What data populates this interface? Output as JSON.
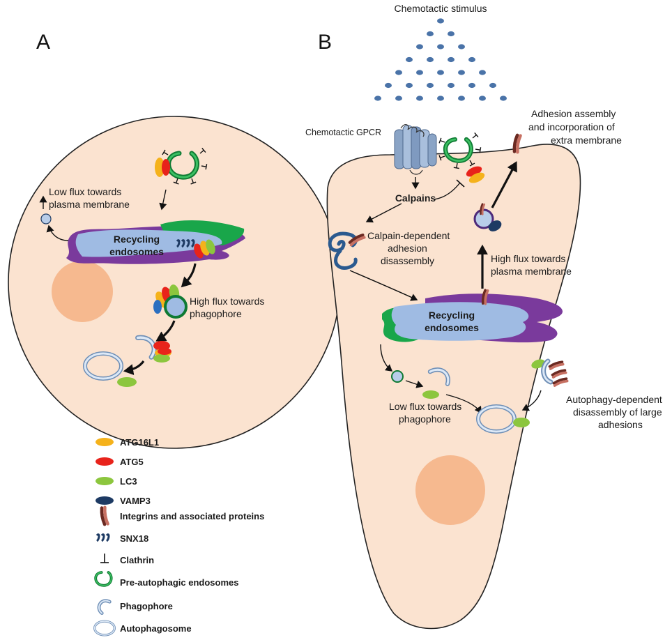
{
  "panels": {
    "a": "A",
    "b": "B"
  },
  "panel_a": {
    "recycling_endosomes": [
      "Recycling",
      "endosomes"
    ],
    "low_flux_pm": [
      "Low flux towards",
      "plasma membrane"
    ],
    "high_flux_phagophore": [
      "High flux towards",
      "phagophore"
    ]
  },
  "panel_b": {
    "stimulus": "Chemotactic stimulus",
    "gpcr": "Chemotactic GPCR",
    "calpains": "Calpains",
    "calpain_disassembly": [
      "Calpain-dependent",
      "adhesion",
      "disassembly"
    ],
    "adhesion_assembly": [
      "Adhesion assembly",
      "and incorporation of",
      "extra membrane"
    ],
    "high_flux_pm": [
      "High flux towards",
      "plasma membrane"
    ],
    "recycling_endosomes": [
      "Recycling",
      "endosomes"
    ],
    "low_flux_phagophore": [
      "Low flux towards",
      "phagophore"
    ],
    "autophagy_disassembly": [
      "Autophagy-dependent",
      "disassembly of large",
      "adhesions"
    ]
  },
  "legend": [
    {
      "icon": "atg16l1-icon",
      "label": "ATG16L1"
    },
    {
      "icon": "atg5-icon",
      "label": "ATG5"
    },
    {
      "icon": "lc3-icon",
      "label": "LC3"
    },
    {
      "icon": "vamp3-icon",
      "label": "VAMP3"
    },
    {
      "icon": "integrin-icon",
      "label": "Integrins and associated proteins"
    },
    {
      "icon": "snx18-icon",
      "label": "SNX18"
    },
    {
      "icon": "clathrin-icon",
      "label": "Clathrin"
    },
    {
      "icon": "pre-autophagic-endosome-icon",
      "label": "Pre-autophagic endosomes"
    },
    {
      "icon": "phagophore-icon",
      "label": "Phagophore"
    },
    {
      "icon": "autophagosome-icon",
      "label": "Autophagosome"
    }
  ],
  "colors": {
    "cell": "#fbe3d0",
    "nucleus": "#f6b98f",
    "endosome_blue": "#9fbbe3",
    "endosome_green": "#19a64a",
    "endosome_purple": "#7a3a9c",
    "atg16l1": "#f5b21b",
    "atg5": "#e8231b",
    "lc3": "#8cc63e",
    "vamp3": "#1d3a63",
    "integrin": "#b5564b",
    "stimulus_dot": "#4a73a8"
  }
}
